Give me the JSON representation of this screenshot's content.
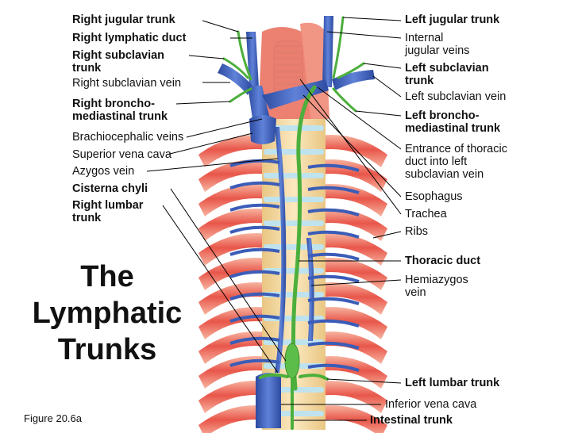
{
  "title": "The\nLymphatic\nTrunks",
  "figure_caption": "Figure 20.6a",
  "labels_left": [
    {
      "id": "right-jugular-trunk",
      "text": "Right jugular trunk",
      "bold": true
    },
    {
      "id": "right-lymphatic-duct",
      "text": "Right lymphatic duct",
      "bold": true
    },
    {
      "id": "right-subclavian-trunk",
      "text": "Right subclavian\ntrunk",
      "bold": true
    },
    {
      "id": "right-subclavian-vein",
      "text": "Right subclavian vein",
      "bold": false
    },
    {
      "id": "right-bronchomediastinal-trunk",
      "text": "Right broncho-\nmediastinal trunk",
      "bold": true
    },
    {
      "id": "brachiocephalic-veins",
      "text": "Brachiocephalic veins",
      "bold": false
    },
    {
      "id": "superior-vena-cava",
      "text": "Superior vena cava",
      "bold": false
    },
    {
      "id": "azygos-vein",
      "text": "Azygos vein",
      "bold": false
    },
    {
      "id": "cisterna-chyli",
      "text": "Cisterna chyli",
      "bold": true
    },
    {
      "id": "right-lumbar-trunk",
      "text": "Right lumbar\ntrunk",
      "bold": true
    }
  ],
  "labels_right": [
    {
      "id": "left-jugular-trunk",
      "text": "Left jugular trunk",
      "bold": true
    },
    {
      "id": "internal-jugular-veins",
      "text": "Internal\njugular veins",
      "bold": false
    },
    {
      "id": "left-subclavian-trunk",
      "text": "Left subclavian\ntrunk",
      "bold": true
    },
    {
      "id": "left-subclavian-vein",
      "text": "Left subclavian vein",
      "bold": false
    },
    {
      "id": "left-bronchomediastinal-trunk",
      "text": "Left broncho-\nmediastinal trunk",
      "bold": true
    },
    {
      "id": "entrance-thoracic-duct",
      "text": "Entrance of thoracic\nduct into left\nsubclavian vein",
      "bold": false
    },
    {
      "id": "esophagus",
      "text": "Esophagus",
      "bold": false
    },
    {
      "id": "trachea",
      "text": "Trachea",
      "bold": false
    },
    {
      "id": "ribs",
      "text": "Ribs",
      "bold": false
    },
    {
      "id": "thoracic-duct",
      "text": "Thoracic duct",
      "bold": true
    },
    {
      "id": "hemiazygos-vein",
      "text": "Hemiazygos\nvein",
      "bold": false
    },
    {
      "id": "left-lumbar-trunk",
      "text": "Left lumbar trunk",
      "bold": true
    },
    {
      "id": "inferior-vena-cava",
      "text": "Inferior vena cava",
      "bold": false
    },
    {
      "id": "intestinal-trunk",
      "text": "Intestinal trunk",
      "bold": true
    }
  ],
  "colors": {
    "vein": "#3b5db8",
    "vein_light": "#6f8fe0",
    "lymph": "#4caf3c",
    "muscle": "#e85a4a",
    "muscle_light": "#f6a08c",
    "bone": "#f4d9a0",
    "disc": "#bfe3ee",
    "leader": "#000000"
  }
}
